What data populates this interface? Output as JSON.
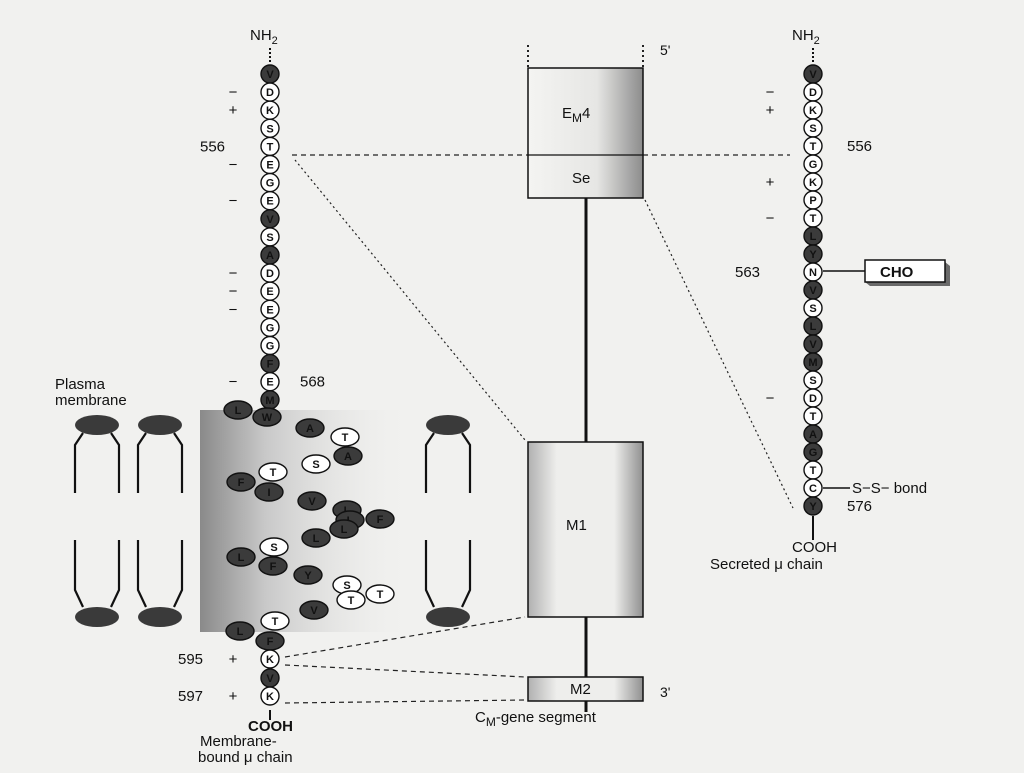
{
  "left_chain": {
    "n_terminus": "NH",
    "n_terminus_sub": "2",
    "c_terminus": "COOH",
    "caption_line1": "Membrane-",
    "caption_line2": "bound μ chain",
    "plasma_membrane_line1": "Plasma",
    "plasma_membrane_line2": "membrane",
    "residues": [
      {
        "aa": "V",
        "filled": true,
        "charge": ""
      },
      {
        "aa": "D",
        "filled": false,
        "charge": "−"
      },
      {
        "aa": "K",
        "filled": false,
        "charge": "+"
      },
      {
        "aa": "S",
        "filled": false,
        "charge": ""
      },
      {
        "aa": "T",
        "filled": false,
        "charge": "",
        "number": "556"
      },
      {
        "aa": "E",
        "filled": false,
        "charge": "−"
      },
      {
        "aa": "G",
        "filled": false,
        "charge": ""
      },
      {
        "aa": "E",
        "filled": false,
        "charge": "−"
      },
      {
        "aa": "V",
        "filled": true,
        "charge": ""
      },
      {
        "aa": "S",
        "filled": false,
        "charge": ""
      },
      {
        "aa": "A",
        "filled": true,
        "charge": ""
      },
      {
        "aa": "D",
        "filled": false,
        "charge": "−"
      },
      {
        "aa": "E",
        "filled": false,
        "charge": "−"
      },
      {
        "aa": "E",
        "filled": false,
        "charge": "−"
      },
      {
        "aa": "G",
        "filled": false,
        "charge": ""
      },
      {
        "aa": "G",
        "filled": false,
        "charge": ""
      },
      {
        "aa": "F",
        "filled": true,
        "charge": ""
      },
      {
        "aa": "E",
        "filled": false,
        "charge": "−",
        "number": "568"
      },
      {
        "aa": "M",
        "filled": true,
        "charge": ""
      }
    ],
    "tm_residues": [
      {
        "aa": "L",
        "filled": true
      },
      {
        "aa": "W",
        "filled": true
      },
      {
        "aa": "A",
        "filled": true
      },
      {
        "aa": "T",
        "filled": false
      },
      {
        "aa": "A",
        "filled": true
      },
      {
        "aa": "S",
        "filled": false
      },
      {
        "aa": "T",
        "filled": false
      },
      {
        "aa": "F",
        "filled": true
      },
      {
        "aa": "I",
        "filled": true
      },
      {
        "aa": "V",
        "filled": true
      },
      {
        "aa": "L",
        "filled": true
      },
      {
        "aa": "L",
        "filled": true
      },
      {
        "aa": "F",
        "filled": true
      },
      {
        "aa": "L",
        "filled": true
      },
      {
        "aa": "L",
        "filled": true
      },
      {
        "aa": "S",
        "filled": false
      },
      {
        "aa": "L",
        "filled": true
      },
      {
        "aa": "F",
        "filled": true
      },
      {
        "aa": "Y",
        "filled": true
      },
      {
        "aa": "S",
        "filled": false
      },
      {
        "aa": "T",
        "filled": false
      },
      {
        "aa": "T",
        "filled": false
      },
      {
        "aa": "V",
        "filled": true
      },
      {
        "aa": "T",
        "filled": false
      },
      {
        "aa": "L",
        "filled": true
      },
      {
        "aa": "F",
        "filled": true
      }
    ],
    "tail_residues": [
      {
        "aa": "K",
        "filled": false,
        "charge": "+",
        "number": "595"
      },
      {
        "aa": "V",
        "filled": true,
        "charge": ""
      },
      {
        "aa": "K",
        "filled": false,
        "charge": "+",
        "number": "597"
      }
    ]
  },
  "gene": {
    "five_prime": "5'",
    "three_prime": "3'",
    "exon_em4": "E",
    "exon_em4_sub": "M",
    "exon_em4_sup": "4",
    "exon_se": "Se",
    "exon_m1": "M1",
    "exon_m2": "M2",
    "caption_main": "C",
    "caption_sub": "M",
    "caption_rest": "-gene segment"
  },
  "right_chain": {
    "n_terminus": "NH",
    "n_terminus_sub": "2",
    "c_terminus": "COOH",
    "caption": "Secreted μ chain",
    "cho_label": "CHO",
    "ss_label": "S−S− bond",
    "residues": [
      {
        "aa": "V",
        "filled": true,
        "charge": ""
      },
      {
        "aa": "D",
        "filled": false,
        "charge": "−"
      },
      {
        "aa": "K",
        "filled": false,
        "charge": "+"
      },
      {
        "aa": "S",
        "filled": false,
        "charge": ""
      },
      {
        "aa": "T",
        "filled": false,
        "charge": "",
        "number": "556"
      },
      {
        "aa": "G",
        "filled": false,
        "charge": ""
      },
      {
        "aa": "K",
        "filled": false,
        "charge": "+"
      },
      {
        "aa": "P",
        "filled": false,
        "charge": ""
      },
      {
        "aa": "T",
        "filled": false,
        "charge": "−"
      },
      {
        "aa": "L",
        "filled": true,
        "charge": ""
      },
      {
        "aa": "Y",
        "filled": true,
        "charge": ""
      },
      {
        "aa": "N",
        "filled": false,
        "charge": "",
        "number": "563"
      },
      {
        "aa": "V",
        "filled": true,
        "charge": ""
      },
      {
        "aa": "S",
        "filled": false,
        "charge": ""
      },
      {
        "aa": "L",
        "filled": true,
        "charge": ""
      },
      {
        "aa": "V",
        "filled": true,
        "charge": ""
      },
      {
        "aa": "M",
        "filled": true,
        "charge": ""
      },
      {
        "aa": "S",
        "filled": false,
        "charge": ""
      },
      {
        "aa": "D",
        "filled": false,
        "charge": "−"
      },
      {
        "aa": "T",
        "filled": false,
        "charge": ""
      },
      {
        "aa": "A",
        "filled": true,
        "charge": ""
      },
      {
        "aa": "G",
        "filled": true,
        "charge": ""
      },
      {
        "aa": "T",
        "filled": false,
        "charge": ""
      },
      {
        "aa": "C",
        "filled": false,
        "charge": ""
      },
      {
        "aa": "Y",
        "filled": true,
        "charge": "",
        "number": "576"
      }
    ]
  }
}
